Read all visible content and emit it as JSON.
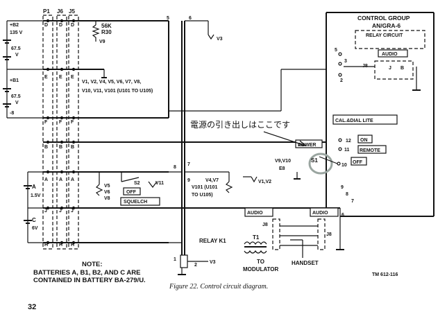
{
  "connectors": {
    "p1": "P1",
    "j6": "J6",
    "j5": "J5",
    "rows": [
      "D",
      "E",
      "F",
      "B",
      "A",
      "J",
      "H"
    ]
  },
  "supply": {
    "b2_label": "+B2",
    "b2_voltage": "135 V",
    "b2_v1": "67.5",
    "b2_v1_unit": "V",
    "b1_label": "+B1",
    "b1_v": "67.5",
    "b1_v_unit": "V",
    "neg8": "-8",
    "a_label": "A",
    "a_voltage": "1.5V",
    "c_label": "C",
    "c_voltage": "6V"
  },
  "resistor": {
    "value": "56K",
    "name": "R30",
    "tube": "V9"
  },
  "tube_list": {
    "line1": "V1, V2, V4, V5, V6, V7, V8,",
    "line2": "V10, V11, V101 (U101 TO U105)"
  },
  "nodes": [
    "5",
    "6",
    "7",
    "8",
    "9",
    "1",
    "2",
    "3",
    "10",
    "11",
    "12"
  ],
  "labels": {
    "v3_top": "V3",
    "v5_v6_v8": [
      "V5",
      "V6",
      "V8"
    ],
    "s2": "S2",
    "v11": "V11",
    "off": "OFF",
    "squelch": "SQUELCH",
    "v4_v7": "V4,V7",
    "v101": "V101 (U101",
    "to_u105": "TO U105)",
    "v1_v2": "V1,V2",
    "relay_k1": "RELAY K1",
    "v3_bottom": "V3",
    "cal_dial_lite": "CAL.&DIAL LITE",
    "power": "POWER",
    "on": "ON",
    "remote": "REMOTE",
    "off2": "OFF",
    "s1": "S1",
    "v9_v10": "V9,V10",
    "e8": "E8",
    "audio_left": "AUDIO",
    "audio_right": "AUDIO",
    "j8_left": "J8",
    "j8_right": "J8",
    "t1": "T1",
    "to": "TO",
    "modulator": "MODULATOR",
    "handset": "HANDSET"
  },
  "control_group": {
    "title": "CONTROL GROUP",
    "model": "AN/GRA-6",
    "relay_circuit": "RELAY CIRCUIT",
    "audio": "AUDIO",
    "j8": "J8",
    "j": "J",
    "b": "B"
  },
  "annotation": "電源の引き出しはここです",
  "note": {
    "title": "NOTE:",
    "line1": "BATTERIES A, B1, B2, AND C ARE",
    "line2": "CONTAINED IN BATTERY BA-279/U."
  },
  "tm": "TM 612-116",
  "caption": "Figure 22. Control circuit diagram.",
  "page_number": "32"
}
